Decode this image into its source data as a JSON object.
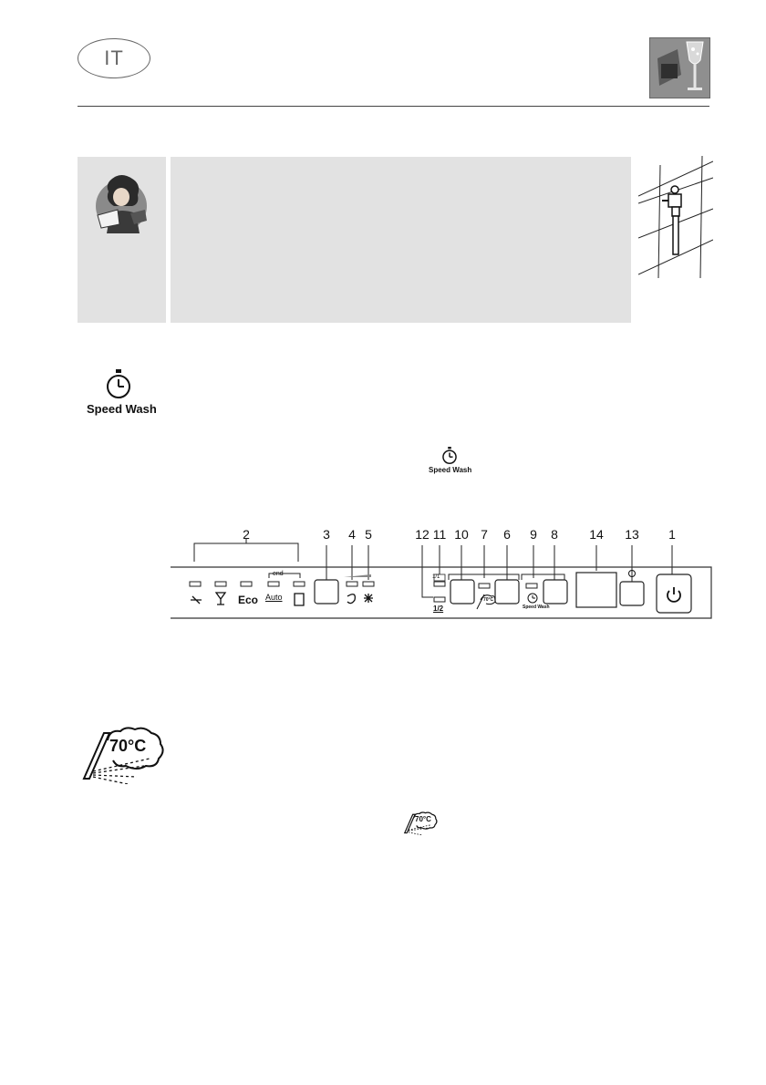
{
  "header": {
    "language_code": "IT"
  },
  "speed_wash": {
    "icon_label": "Speed Wash",
    "inline_icon_label": "Speed Wash"
  },
  "control_panel": {
    "callouts": [
      "2",
      "3",
      "4",
      "5",
      "12",
      "11",
      "10",
      "7",
      "6",
      "9",
      "8",
      "14",
      "13",
      "1"
    ],
    "program_labels": {
      "eco": "Eco",
      "auto": "Auto",
      "end": "end"
    },
    "half_load_label": "1/2",
    "half_load_top_label": "1/1",
    "steam_label": "70°C",
    "speed_wash_label": "Speed Wash"
  },
  "steam": {
    "icon_label": "70°C",
    "inline_icon_label": "70°C"
  },
  "colors": {
    "note_background": "#e2e2e2",
    "rule": "#444444"
  }
}
